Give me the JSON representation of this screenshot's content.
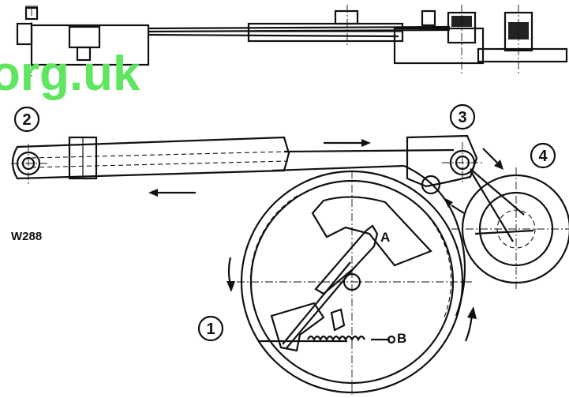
{
  "watermark": "org.uk",
  "figure_code": "W288",
  "callouts": {
    "one": "1",
    "two": "2",
    "three": "3",
    "four": "4"
  },
  "points": {
    "a": "A",
    "b": "B"
  },
  "colors": {
    "ink": "#111111",
    "watermark": "#5fe65f",
    "background": "#ffffff"
  }
}
